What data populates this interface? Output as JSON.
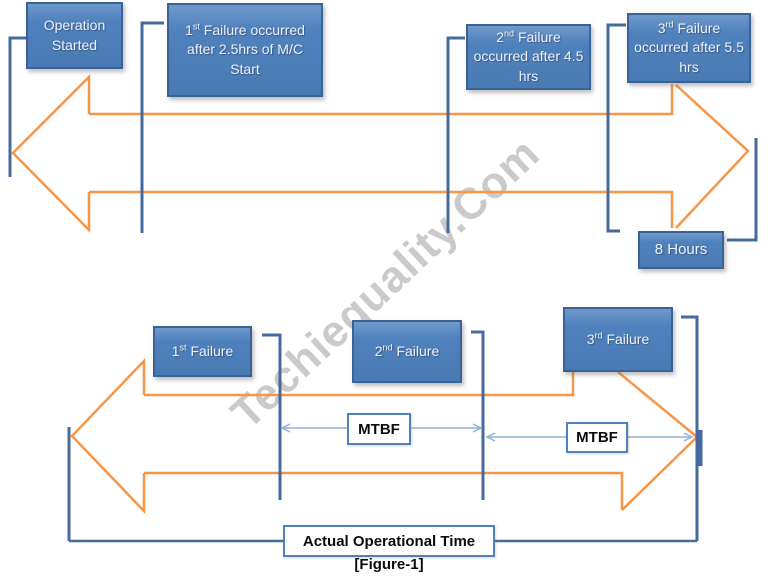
{
  "watermark": "Techiequality.Com",
  "figure_caption": "[Figure-1]",
  "colors": {
    "box_fill": "#4f81bd",
    "box_border": "#3a6295",
    "marker_line": "#46699e",
    "arrow_orange": "#f79646",
    "mtbf_arrow": "#8fb1d9",
    "label_text": "#eef1f8"
  },
  "timeline_top": {
    "operation_started": "Operation Started",
    "failure_1": {
      "num": "1",
      "ord": "st",
      "rest": " Failure occurred after 2.5hrs of M/C Start"
    },
    "failure_2": {
      "num": "2",
      "ord": "nd",
      "rest": " Failure occurred after 4.5 hrs"
    },
    "failure_3": {
      "num": "3",
      "ord": "rd",
      "rest": " Failure occurred after 5.5 hrs"
    },
    "total_time": "8 Hours"
  },
  "timeline_bottom": {
    "failure_1": {
      "num": "1",
      "ord": "st",
      "rest": " Failure"
    },
    "failure_2": {
      "num": "2",
      "ord": "nd",
      "rest": " Failure"
    },
    "failure_3": {
      "num": "3",
      "ord": "rd",
      "rest": " Failure"
    },
    "mtbf_1": "MTBF",
    "mtbf_2": "MTBF",
    "actual_operational_time": "Actual Operational Time"
  }
}
